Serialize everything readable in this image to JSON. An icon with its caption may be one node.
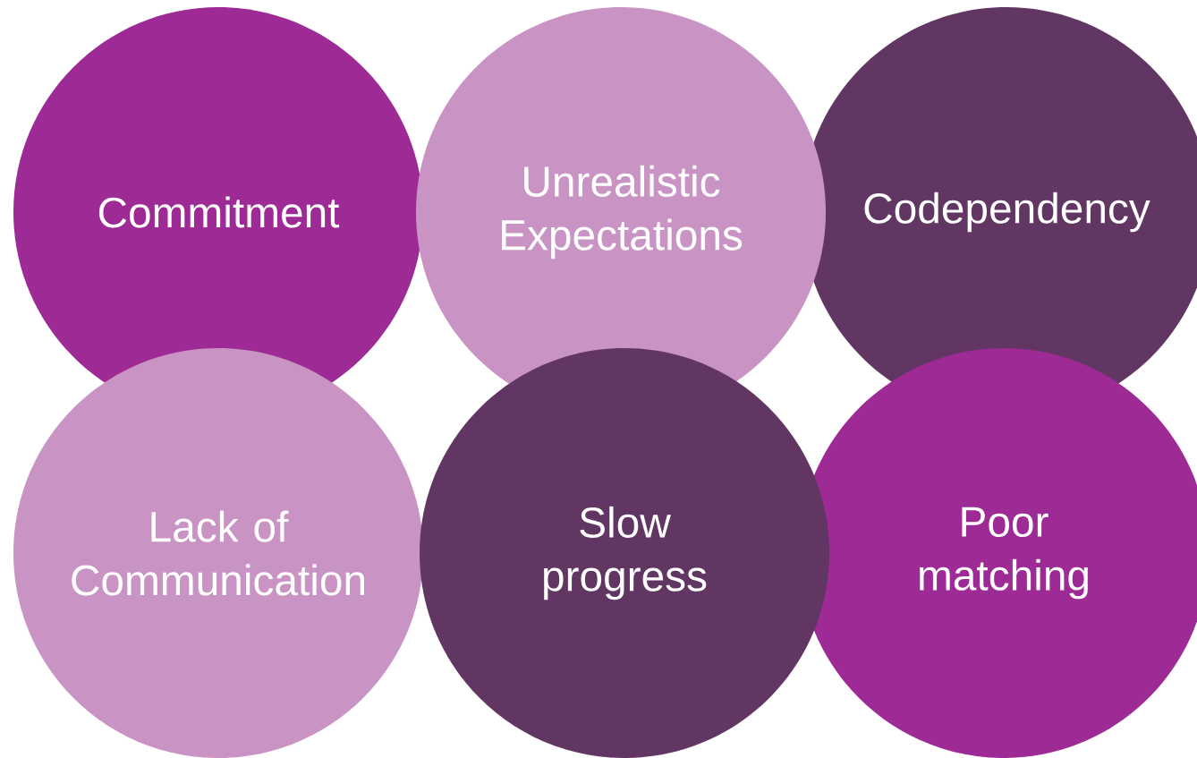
{
  "diagram": {
    "nodes": [
      {
        "text": [
          "Commitment"
        ]
      },
      {
        "text": [
          "Unrealistic Expectations"
        ]
      },
      {
        "text": [
          "Codependency"
        ]
      },
      {
        "text": [
          "Lack of Communication"
        ]
      },
      {
        "text": [
          "Slow progress"
        ]
      },
      {
        "text": [
          "Poor matching"
        ]
      }
    ]
  }
}
